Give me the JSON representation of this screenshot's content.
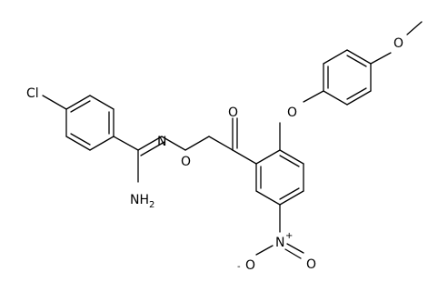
{
  "structure": {
    "atoms": {
      "cl": "Cl",
      "amine": "NH",
      "amine_sub": "2",
      "imine_n": "N",
      "ester_o": "O",
      "carbonyl_o": "O",
      "ether_o": "O",
      "methoxy_o": "O",
      "nitro_n": "N",
      "nitro_n_charge": "+",
      "nitro_o_top": "O",
      "nitro_o_left": "O",
      "nitro_o_left_charge": "-"
    }
  }
}
